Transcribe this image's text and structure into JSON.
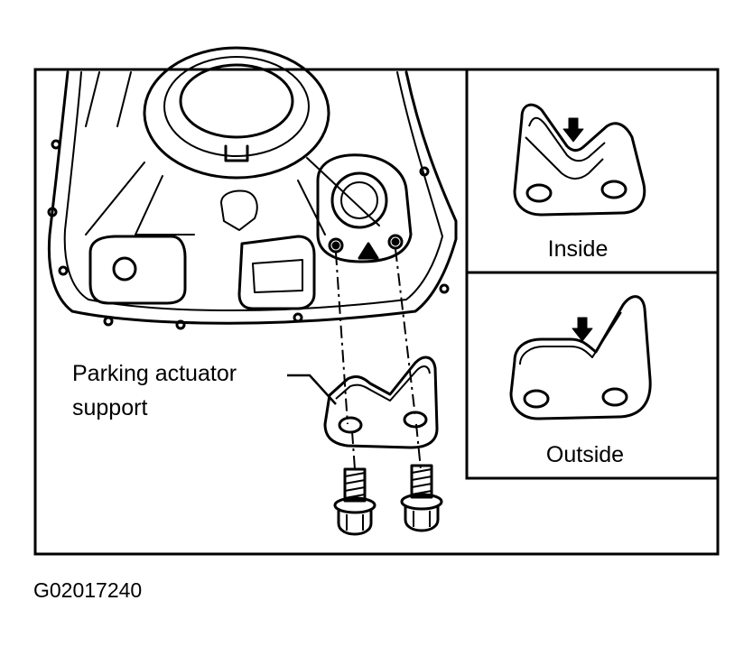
{
  "labels": {
    "part_line1": "Parking actuator",
    "part_line2": "support",
    "inside": "Inside",
    "outside": "Outside"
  },
  "figure_code": "G02017240"
}
